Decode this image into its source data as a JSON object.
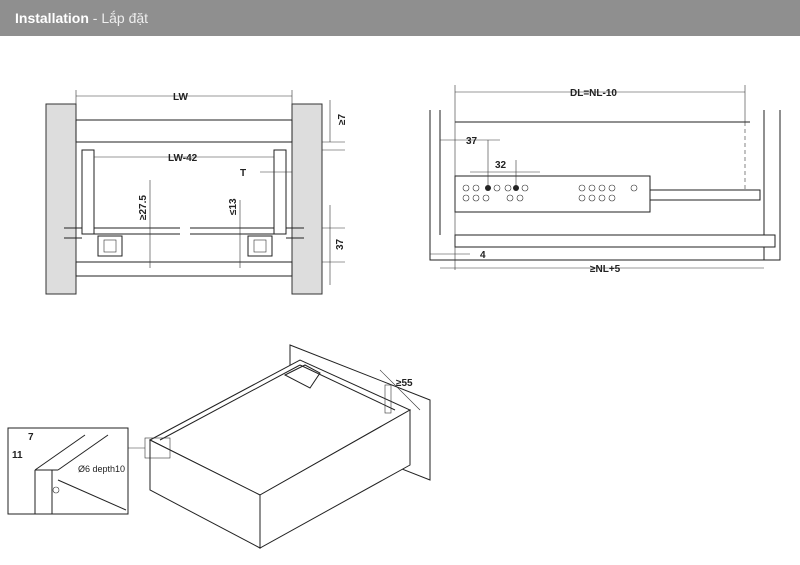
{
  "header": {
    "title": "Installation",
    "subtitle": " - Lắp đặt"
  },
  "front_view": {
    "lw": "LW",
    "lw42": "LW-42",
    "t": "T",
    "ge7": "≥7",
    "ge275": "≥27.5",
    "le13": "≤13",
    "d37": "37"
  },
  "side_view": {
    "dl": "DL=NL-10",
    "d37": "37",
    "d32": "32",
    "d4": "4",
    "nl5": "≥NL+5"
  },
  "iso_view": {
    "ge55": "≥55"
  },
  "detail": {
    "d7": "7",
    "d11": "11",
    "hole": "Ø6 depth10"
  }
}
